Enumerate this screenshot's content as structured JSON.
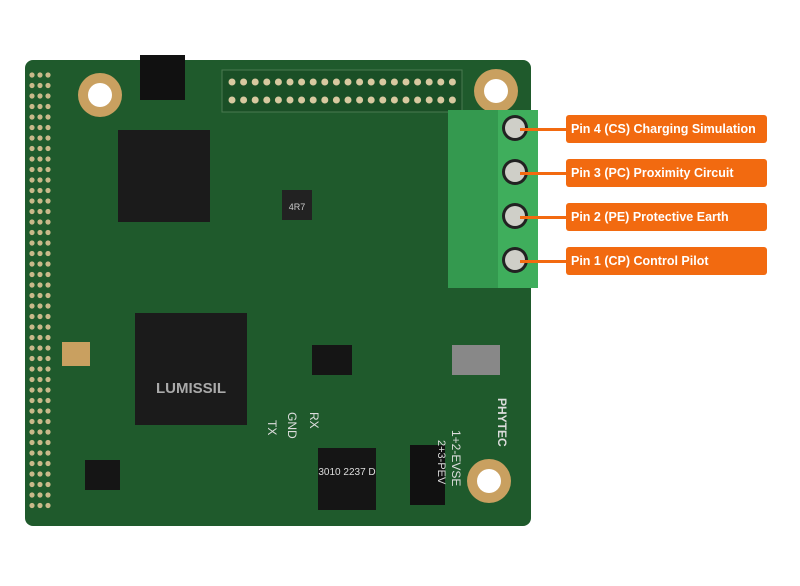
{
  "callouts": [
    {
      "label": "Pin 4 (CS) Charging Simulation"
    },
    {
      "label": "Pin 3 (PC) Proximity Circuit"
    },
    {
      "label": "Pin 2 (PE) Protective Earth"
    },
    {
      "label": "Pin 1 (CP) Control Pilot"
    }
  ],
  "board_markings": {
    "mcu_brand": "LUMISSIL",
    "maker": "PHYTEC",
    "uart": [
      "TX",
      "GND",
      "RX"
    ],
    "jumper": "1+2-EVSE",
    "jumper2": "2+3-PEV",
    "ic_code": "3010 2237 D",
    "inductor": "4R7"
  },
  "colors": {
    "accent": "#f26a10",
    "pcb": "#1f5a2c",
    "terminal": "#3fae5c"
  }
}
